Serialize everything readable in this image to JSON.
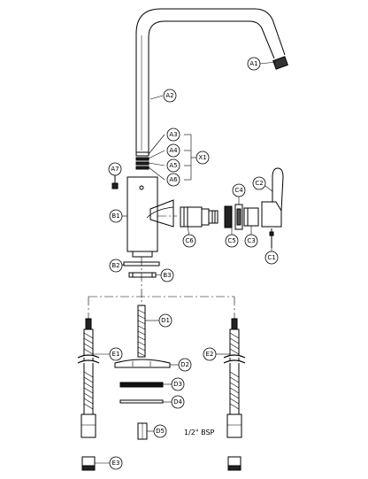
{
  "diagram": {
    "parts": {
      "A1": "A1",
      "A2": "A2",
      "A3": "A3",
      "A4": "A4",
      "A5": "A5",
      "A6": "A6",
      "A7": "A7",
      "X1": "X1",
      "B1": "B1",
      "B2": "B2",
      "B3": "B3",
      "C1": "C1",
      "C2": "C2",
      "C3": "C3",
      "C4": "C4",
      "C5": "C5",
      "C6": "C6",
      "D1": "D1",
      "D2": "D2",
      "D3": "D3",
      "D4": "D4",
      "D5": "D5",
      "E1": "E1",
      "E2": "E2",
      "E3": "E3"
    },
    "thread_label": "1/2\" BSP"
  }
}
